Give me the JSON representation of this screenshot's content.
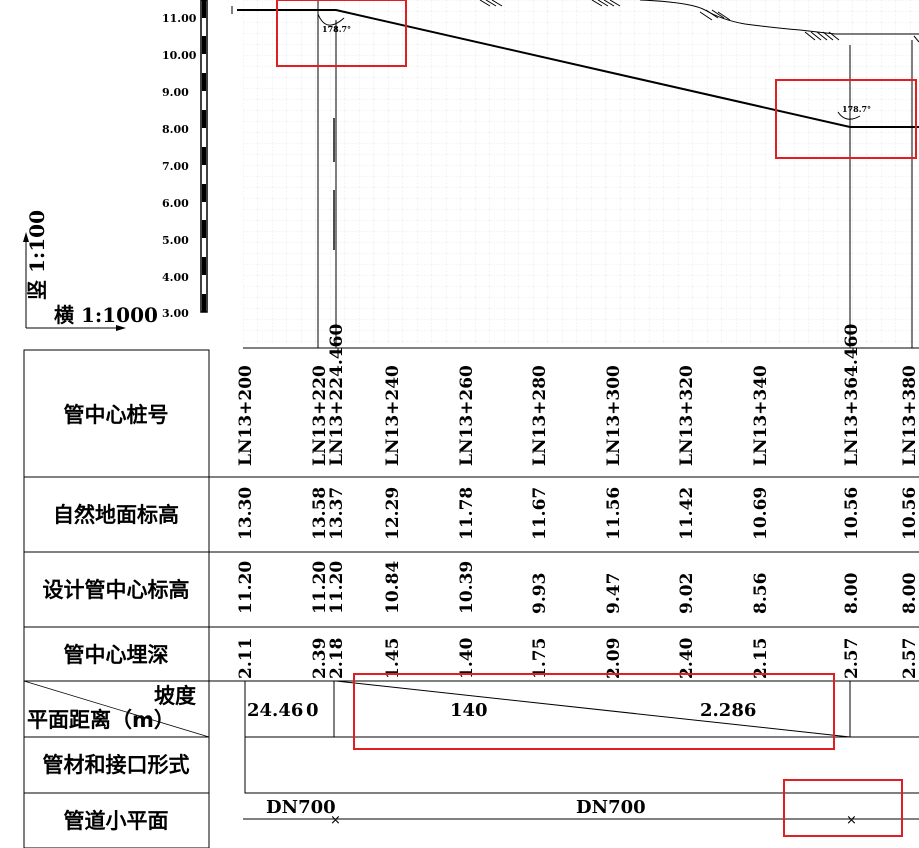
{
  "scale": {
    "vertical": "竖 1:100",
    "horizontal": "横 1:1000"
  },
  "elevation_ticks": [
    "11.00",
    "10.00",
    "9.00",
    "8.00",
    "7.00",
    "6.00",
    "5.00",
    "4.00",
    "3.00"
  ],
  "angles": [
    "178.7°",
    "178.7°"
  ],
  "rows": {
    "station": "管中心桩号",
    "ground": "自然地面标高",
    "design": "设计管中心标高",
    "depth": "管中心埋深",
    "slope": "坡度",
    "distance": "平面距离（m）",
    "material": "管材和接口形式",
    "plan": "管道小平面"
  },
  "stations": [
    "LN13+200",
    "LN13+220",
    "LN13+224.460",
    "LN13+240",
    "LN13+260",
    "LN13+280",
    "LN13+300",
    "LN13+320",
    "LN13+340",
    "LN13+364.460",
    "LN13+380"
  ],
  "ground_elev": [
    "13.30",
    "13.58",
    "13.37",
    "12.29",
    "11.78",
    "11.67",
    "11.56",
    "11.42",
    "10.69",
    "10.56",
    "10.56"
  ],
  "design_elev": [
    "11.20",
    "11.20",
    "11.20",
    "10.84",
    "10.39",
    "9.93",
    "9.47",
    "9.02",
    "8.56",
    "8.00",
    "8.00"
  ],
  "depth": [
    "2.11",
    "2.39",
    "2.18",
    "1.45",
    "1.40",
    "1.75",
    "2.09",
    "2.40",
    "2.15",
    "2.57",
    "2.57"
  ],
  "segments": {
    "d1": "24.46",
    "s1": "0",
    "d2": "140",
    "s2": "2.286"
  },
  "plan_labels": [
    "DN700",
    "DN700"
  ],
  "colors": {
    "highlight": "#e02020",
    "line": "#000000",
    "grid": "#cfcfcf"
  }
}
